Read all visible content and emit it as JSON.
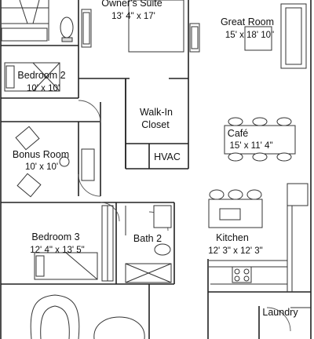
{
  "rooms": {
    "owners_suite": {
      "name": "Owner's Suite",
      "dims": "13' 4\" x 17'"
    },
    "great_room": {
      "name": "Great Room",
      "dims": "15' x 18' 10\""
    },
    "bedroom2": {
      "name": "Bedroom 2",
      "dims": "10' x 10'"
    },
    "walkin_closet": {
      "name_line1": "Walk-In",
      "name_line2": "Closet"
    },
    "cafe": {
      "name": "Café",
      "dims": "15' x 11' 4\""
    },
    "bonus_room": {
      "name": "Bonus Room",
      "dims": "10' x 10'"
    },
    "hvac": {
      "name": "HVAC"
    },
    "bedroom3": {
      "name": "Bedroom 3",
      "dims": "12' 4\" x 13' 5\""
    },
    "bath2": {
      "name": "Bath 2"
    },
    "kitchen": {
      "name": "Kitchen",
      "dims": "12' 3\" x 12' 3\""
    },
    "laundry": {
      "name": "Laundry"
    }
  }
}
